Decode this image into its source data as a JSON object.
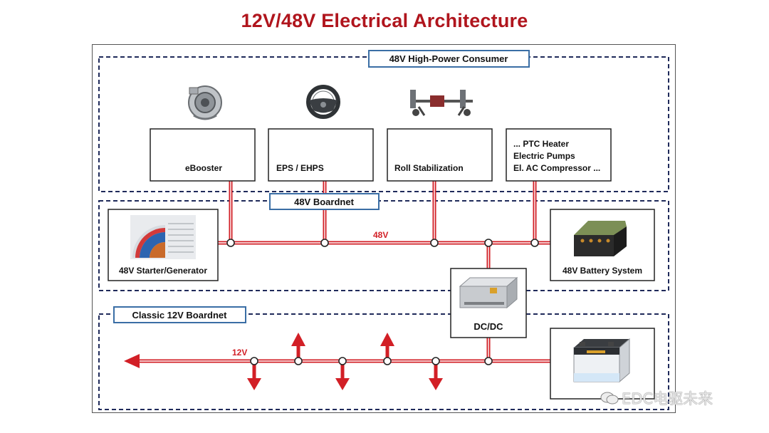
{
  "title": "12V/48V Electrical Architecture",
  "sections": {
    "consumer": "48V High-Power Consumer",
    "boardnet48": "48V Boardnet",
    "boardnet12": "Classic 12V Boardnet"
  },
  "consumers": [
    {
      "label": "eBooster",
      "icon": "turbocharger-icon"
    },
    {
      "label": "EPS / EHPS",
      "icon": "steering-wheel-icon"
    },
    {
      "label": "Roll Stabilization",
      "icon": "axle-suspension-icon"
    },
    {
      "lines": [
        "... PTC Heater",
        "Electric Pumps",
        "El. AC Compressor ..."
      ]
    }
  ],
  "starter_generator": "48V Starter/Generator",
  "battery48": "48V Battery System",
  "dcdc": "DC/DC",
  "bus48_label": "48V",
  "bus12_label": "12V",
  "watermark": "EDC电驱未来",
  "colors": {
    "title": "#b0151d",
    "bus": "#d21f26",
    "section_border": "#1f2a5a",
    "label_border": "#3a6ea5"
  }
}
